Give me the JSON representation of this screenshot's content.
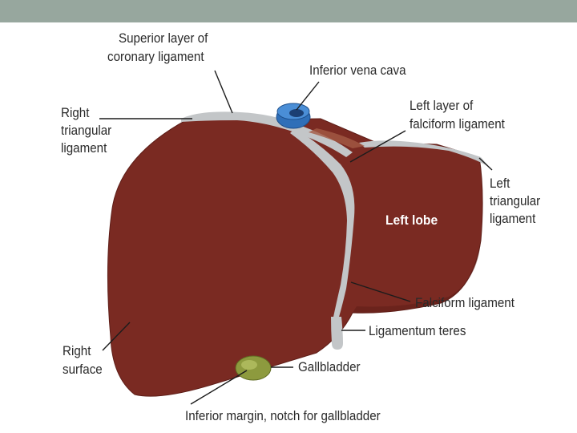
{
  "slide": {
    "header_bar_color": "#97a79e",
    "background_color": "#ffffff"
  },
  "diagram": {
    "colors": {
      "liver": "#7a2a22",
      "liver_dark": "#5e1e18",
      "ligament": "#c3c6c8",
      "ivc": "#2f6fb8",
      "gallbladder": "#8d9a3e"
    },
    "labels": {
      "superior_coronary": [
        "Superior layer of",
        "coronary ligament"
      ],
      "ivc": [
        "Inferior vena cava"
      ],
      "left_falciform": [
        "Left layer of",
        "falciform ligament"
      ],
      "right_triangular": [
        "Right",
        "triangular",
        "ligament"
      ],
      "left_triangular": [
        "Left",
        "triangular",
        "ligament"
      ],
      "left_lobe": "Left lobe",
      "falciform": "Falciform ligament",
      "ligamentum_teres": "Ligamentum teres",
      "right_surface": [
        "Right",
        "surface"
      ],
      "gallbladder": "Gallbladder",
      "inferior_margin": "Inferior margin, notch for gallbladder"
    }
  }
}
